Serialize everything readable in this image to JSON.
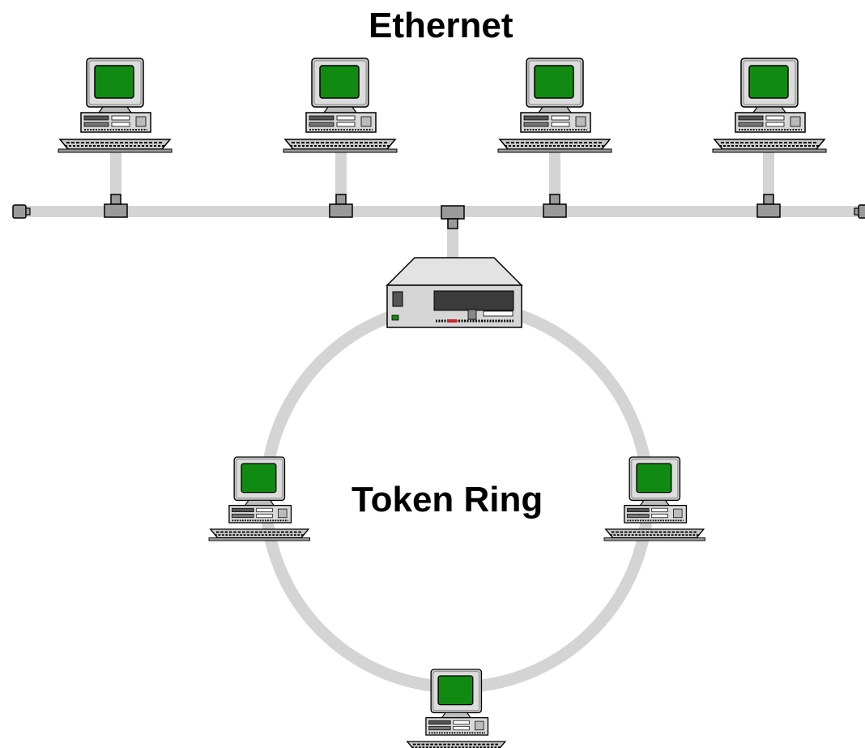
{
  "diagram": {
    "ethernet_label": "Ethernet",
    "token_ring_label": "Token Ring"
  },
  "colors": {
    "cable": "#d4d4d4",
    "connector": "#9a9a9a",
    "screen": "#118a11",
    "monitor_case": "#c8c8c8",
    "outline": "#000000"
  },
  "nodes": {
    "ethernet_workstations": [
      "workstation",
      "workstation",
      "workstation",
      "workstation"
    ],
    "token_ring_workstations": [
      "workstation",
      "workstation",
      "workstation"
    ],
    "bridge": "server"
  },
  "icons": [
    "computer-icon",
    "server-icon",
    "t-connector-icon",
    "terminator-icon"
  ]
}
